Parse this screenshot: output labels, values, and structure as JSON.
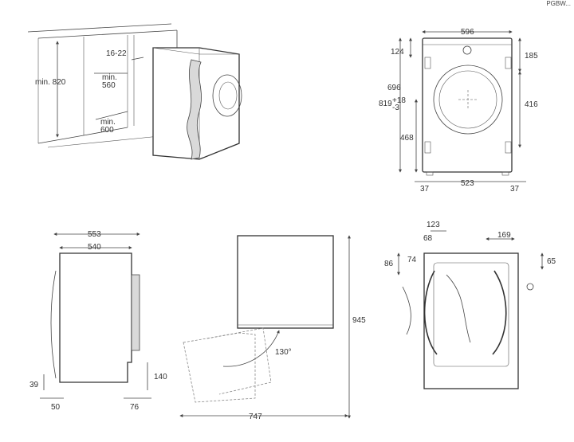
{
  "doc_code": "PGBW...",
  "niche": {
    "h": "min. 820",
    "gap": "16-22",
    "w": "min.\n560",
    "d": "min.\n600"
  },
  "front": {
    "w": "596",
    "top_left": "124",
    "height": "696",
    "full": "819",
    "tol_up": "+18",
    "tol_dn": "-3",
    "drum_c": "468",
    "top_right": "185",
    "right": "416",
    "foot_l": "37",
    "inner": "523",
    "foot_r": "37"
  },
  "side": {
    "outer": "553",
    "inner": "540",
    "left": "39",
    "front": "50",
    "back": "76",
    "step": "140"
  },
  "door": {
    "angle": "130°",
    "height": "945",
    "depth": "747"
  },
  "rear": {
    "a": "123",
    "b": "68",
    "c": "169",
    "d": "86",
    "e": "74",
    "f": "65"
  }
}
